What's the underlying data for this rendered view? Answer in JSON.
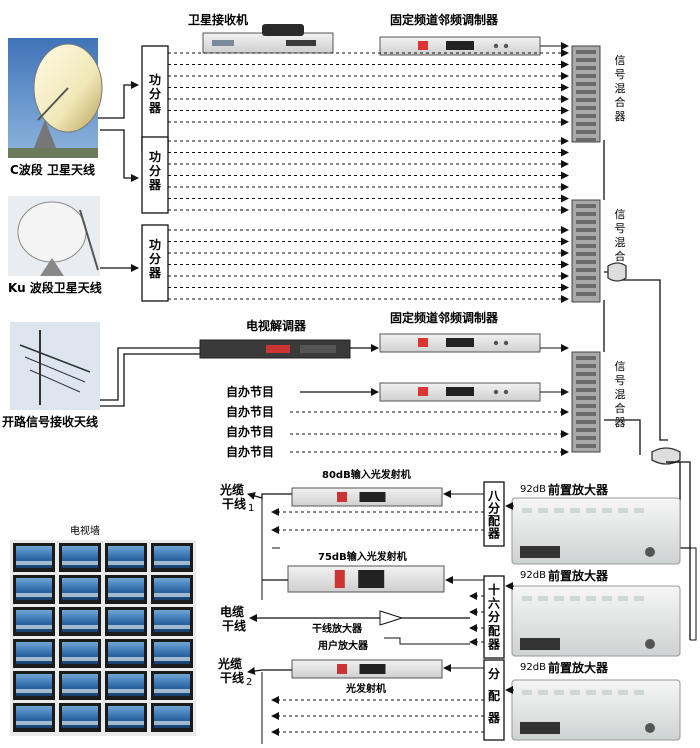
{
  "labels": {
    "sat_receiver": "卫星接收机",
    "modulator_top": "固定频道邻频调制器",
    "modulator_mid": "固定频道邻频调制器",
    "c_band": "C波段  卫星天线",
    "ku_band": "Ku  波段卫星天线",
    "terrestrial": "开路信号接收天线",
    "tv_demod": "电视解调器",
    "power_divider": [
      "功",
      "分",
      "器"
    ],
    "mixer": [
      "信",
      "号",
      "混",
      "合",
      "器"
    ],
    "local_programs": [
      "自办节目",
      "自办节目",
      "自办节目",
      "自办节目"
    ],
    "tx_80db": "80dB输入光发射机",
    "tx_75db": "75dB输入光发射机",
    "tx_plain": "光发射机",
    "fiber1_a": "光缆",
    "fiber1_b": "干线",
    "fiber1_sub": "1",
    "fiber2_a": "光缆",
    "fiber2_b": "干线",
    "fiber2_sub": "2",
    "cable_a": "电缆",
    "cable_b": "干线",
    "trunk_amp": "干线放大器",
    "user_amp": "用户放大器",
    "tv_wall": "电视墙",
    "splitter8": [
      "八",
      "分",
      "配",
      "器"
    ],
    "splitter16": [
      "十",
      "六",
      "分",
      "配",
      "器"
    ],
    "splitter": [
      "分",
      "配",
      "器"
    ],
    "preamp": "前置放大器",
    "db92": "92dB"
  },
  "colors": {
    "line": "#111111",
    "device_light": "#e6e6e6",
    "device_dark": "#3a3a3a",
    "screen_blue": "#1f5f9e",
    "mixer_panel": "#9a9a9a"
  }
}
